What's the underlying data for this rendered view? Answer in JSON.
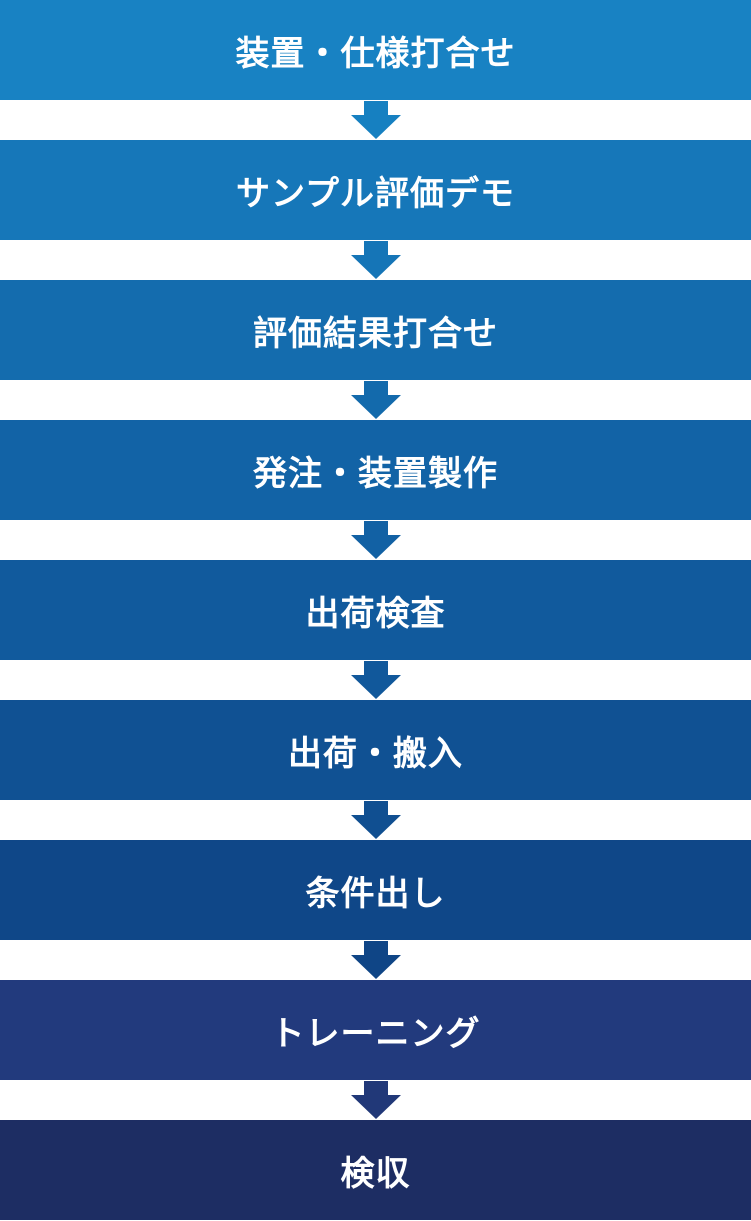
{
  "steps": [
    {
      "label": "装置・仕様打合せ",
      "color": "#1882c3"
    },
    {
      "label": "サンプル評価デモ",
      "color": "#1677b9"
    },
    {
      "label": "評価結果打合せ",
      "color": "#146cae"
    },
    {
      "label": "発注・装置製作",
      "color": "#1263a6"
    },
    {
      "label": "出荷検査",
      "color": "#115a9d"
    },
    {
      "label": "出荷・搬入",
      "color": "#105193"
    },
    {
      "label": "条件出し",
      "color": "#0f4788"
    },
    {
      "label": "トレーニング",
      "color": "#223a7d"
    },
    {
      "label": "検収",
      "color": "#1d2d63"
    }
  ]
}
